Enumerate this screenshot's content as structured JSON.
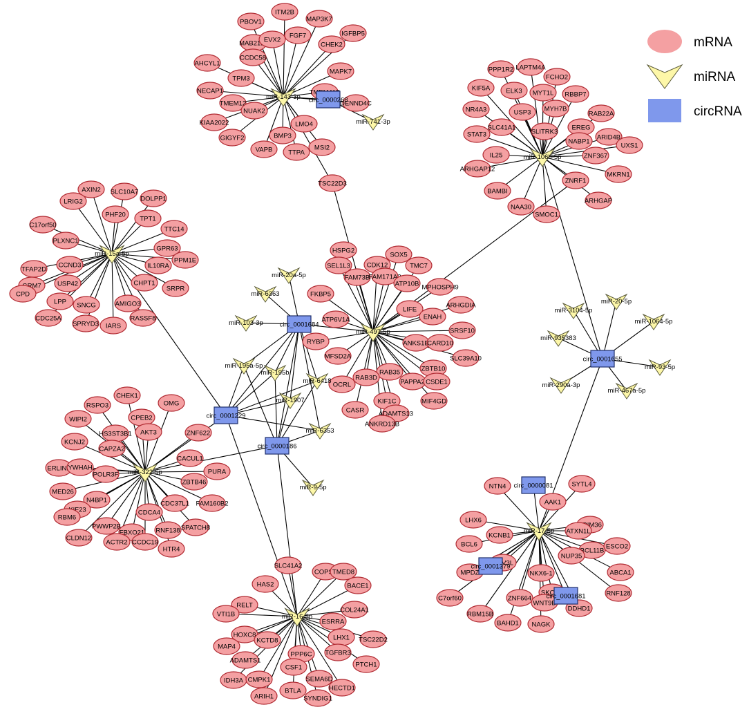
{
  "legend": {
    "items": [
      {
        "label": "mRNA",
        "kind": "mrna"
      },
      {
        "label": "miRNA",
        "kind": "mirna"
      },
      {
        "label": "circRNA",
        "kind": "circ"
      }
    ]
  },
  "colors": {
    "mrna_fill": "#f4a0a2",
    "mrna_stroke": "#b02a32",
    "mirna_fill": "#fdf7a8",
    "circ_fill": "#7f98ec",
    "edge": "#000000"
  },
  "hubs": {
    "h1": {
      "label": "miR-143-3p",
      "kind": "mirna"
    },
    "h2": {
      "label": "miR-106b-5p",
      "kind": "mirna"
    },
    "h3": {
      "label": "miR-15a-5p",
      "kind": "mirna"
    },
    "h4": {
      "label": "miR-497-5p",
      "kind": "mirna"
    },
    "h5": {
      "label": "miR-322-5p",
      "kind": "mirna"
    },
    "h6": {
      "label": "miR-17-5p",
      "kind": "mirna"
    },
    "h7": {
      "label": "miR-16-5p",
      "kind": "mirna"
    }
  },
  "satellites": {
    "h1": [
      "PBOV1",
      "ITM2B",
      "MAP3K7",
      "IGFBP5",
      "FGF7",
      "MAB21L1",
      "EVX2",
      "CHEK2",
      "AHCYL1",
      "CCDC58",
      "MAPK7",
      "TMEM41B",
      "TPM3",
      "DENND4C",
      "NECAP1",
      "TMEM12",
      "NUAK2",
      "KIAA2022",
      "GIGYF2",
      "BMP3",
      "LMO4",
      "VAPB",
      "TTPA",
      "MSI2"
    ],
    "h2": [
      "PPP1R2",
      "LAPTM4A",
      "FCHO2",
      "KIF5A",
      "ELK3",
      "MYT1L",
      "RBBP7",
      "NR4A3",
      "USP3",
      "MYH7B",
      "RAB22A",
      "STAT3",
      "SLC41A1",
      "SLITRK3",
      "EREG",
      "NABP1",
      "ARID4B",
      "UXS1",
      "IL25",
      "ZNF367",
      "ARHGAP12",
      "MKRN1",
      "ZNRF1",
      "BAMBI",
      "ARHGAP",
      "NAA30",
      "SMOC1"
    ],
    "h3": [
      "AXIN2",
      "LRIG2",
      "SLC10A7",
      "DOLPP1",
      "PHF20",
      "TPT1",
      "C17orf50",
      "TTC14",
      "PLXNC1",
      "GPR63",
      "TFAP2D",
      "PPM1E",
      "CCND3",
      "GRM7",
      "IL10RA",
      "USP42",
      "CHPT1",
      "SRPR",
      "CPD",
      "LPP",
      "AMIGO3",
      "SNCG",
      "CDC25A",
      "RASSF8",
      "SPRYD3",
      "IARS"
    ],
    "h4": [
      "HSPG2",
      "SOX5",
      "SEL1L3",
      "CDK12",
      "TMC7",
      "FAM73B",
      "FAM171A2",
      "ATP10B",
      "FKBP5",
      "MPHOSPH9",
      "ARHGDIA",
      "LIFE",
      "ENAH",
      "ATP6V1A",
      "SRSF10",
      "RYBP",
      "ANKS1B",
      "CARD10",
      "MFSD2A",
      "ZBTB10",
      "SLC39A10",
      "RAB35",
      "OCRL",
      "RAB3D",
      "PAPPA2",
      "CSDE1",
      "MIF4GD",
      "KIF1C",
      "CASR",
      "ADAMTS13",
      "ANKRD13B"
    ],
    "h5": [
      "RSPO3",
      "CHEK1",
      "OMG",
      "CPEB2",
      "WIPI2",
      "AKT3",
      "HS3ST3B1",
      "ZNF622",
      "KCNJ2",
      "CAPZA2",
      "CACUL1",
      "ERLIN2",
      "YWHAH",
      "PURA",
      "POLR3F",
      "MED26",
      "ZBTB46",
      "FAM160B2",
      "N4BP1",
      "KIF23",
      "CDC37L1",
      "RBM6",
      "CDCA4",
      "PWWP2B",
      "RNF138",
      "SPATCH8",
      "FBXO21",
      "CLDN12",
      "ACTR2",
      "CCDC19",
      "HTR4"
    ],
    "h6": [
      "NTN4",
      "SYTL4",
      "AAK1",
      "TRIM36",
      "LHX6",
      "KCNB1",
      "BCL11B",
      "ATXN1L",
      "ESCO2",
      "BCL6",
      "REV3L",
      "NUP35",
      "MPDZ",
      "ABCA1",
      "NKX6-1",
      "RNF128",
      "SKOR1",
      "C7orf60",
      "ZNF664",
      "WNT9B",
      "DDHD1",
      "RBM15B",
      "BAHD1",
      "NAGK"
    ],
    "h7": [
      "SLC41A2",
      "COPS2",
      "TMED8",
      "HAS2",
      "BACE1",
      "RELT",
      "COL24A1",
      "ESRRA",
      "VTI1B",
      "HOXC8",
      "LHX1",
      "TSC22D2",
      "MAP4",
      "KCTD8",
      "PPP6C",
      "ADAMTS1",
      "TGFBR3",
      "PTCH1",
      "CSF1",
      "IDH3A",
      "CMPK1",
      "SEMA6D",
      "HECTD1",
      "BTLA",
      "ARIH1",
      "SYNDIG1"
    ]
  },
  "bridges": [
    "TSC22D3"
  ],
  "circrnas": {
    "c0000268": "circ_0000268",
    "c0001684": "circ_0001684",
    "c0001229": "circ_0001229",
    "c0000186": "circ_0000186",
    "c0001655": "circ_0001655",
    "c0000081": "circ_0000081",
    "c0001379": "circ_0001379",
    "c0001681": "circ_0001681"
  },
  "mirnas": {
    "m741": "miR-741-3p",
    "m20a": "miR-20a-5p",
    "m6363": "miR-6363",
    "m103": "miR-103-3p",
    "m195a": "miR-195a-5p",
    "m195b": "miR-195b",
    "m6418": "miR-6418",
    "m1907": "miR-1907",
    "m6353": "miR-6353",
    "m9": "miR-9-5p",
    "m3104": "miR-3104-5p",
    "m20b": "miR-20-5p",
    "m1064": "miR-1064-5p",
    "m935": "miR-935383",
    "m93": "miR-93-5p",
    "m290": "miR-290a-3p",
    "m467": "miR-467a-5p"
  }
}
